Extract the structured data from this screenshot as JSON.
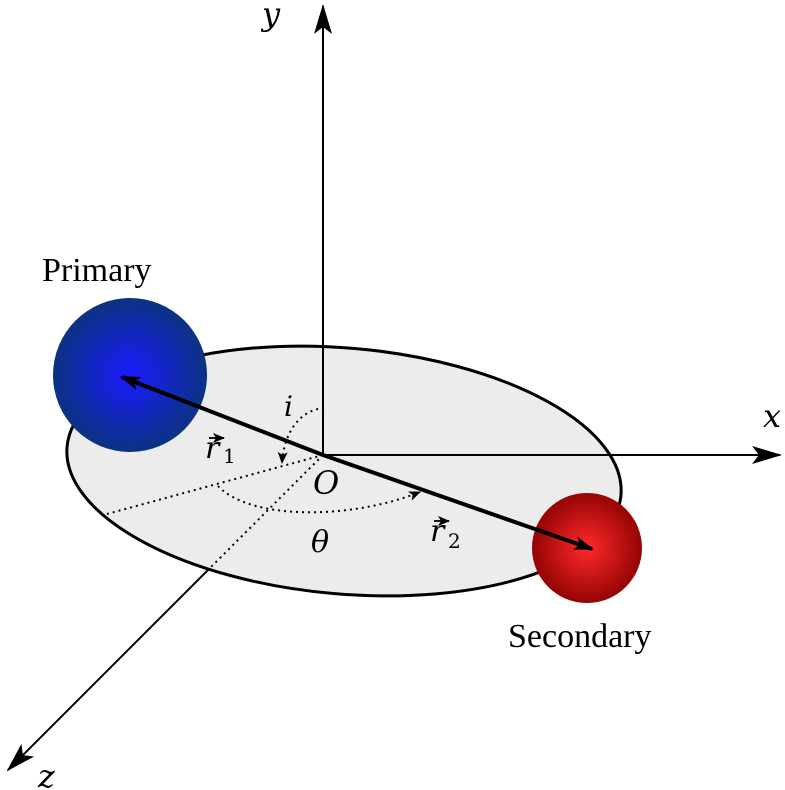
{
  "labels": {
    "y_axis": "y",
    "x_axis": "x",
    "z_axis": "z",
    "origin": "O",
    "inclination": "i",
    "angle": "θ",
    "r1_base": "r",
    "r1_sub": "1",
    "r2_base": "r",
    "r2_sub": "2",
    "primary": "Primary",
    "secondary": "Secondary"
  },
  "colors": {
    "primary_center": "#1a1aff",
    "primary_edge": "#0a3575",
    "secondary_center": "#ff2a2a",
    "secondary_edge": "#8a0000",
    "orbit_fill": "#ececec",
    "line": "#000000"
  }
}
